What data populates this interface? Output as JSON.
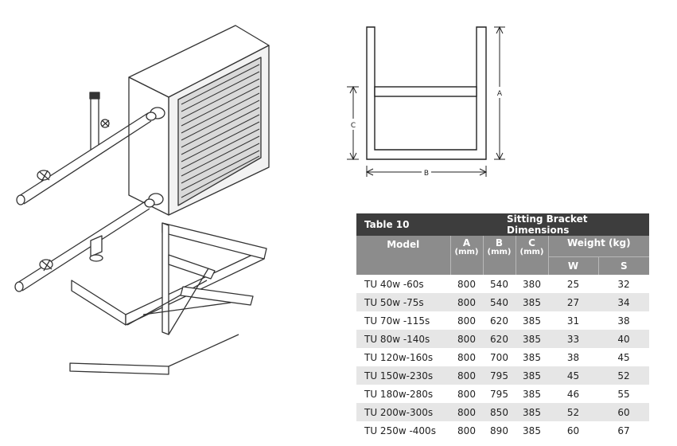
{
  "diagram": {
    "dim_a": "A",
    "dim_b": "B",
    "dim_c": "C"
  },
  "table": {
    "number": "Table 10",
    "title": "Sitting Bracket Dimensions",
    "headers": {
      "model": "Model",
      "a": "A",
      "b": "B",
      "c": "C",
      "unit": "(mm)",
      "weight": "Weight (kg)",
      "w": "W",
      "s": "S"
    },
    "rows": [
      {
        "model": "TU  40w -60s",
        "a": "800",
        "b": "540",
        "c": "380",
        "w": "25",
        "s": "32"
      },
      {
        "model": "TU  50w -75s",
        "a": "800",
        "b": "540",
        "c": "385",
        "w": "27",
        "s": "34"
      },
      {
        "model": "TU  70w -115s",
        "a": "800",
        "b": "620",
        "c": "385",
        "w": "31",
        "s": "38"
      },
      {
        "model": "TU  80w -140s",
        "a": "800",
        "b": "620",
        "c": "385",
        "w": "33",
        "s": "40"
      },
      {
        "model": "TU  120w-160s",
        "a": "800",
        "b": "700",
        "c": "385",
        "w": "38",
        "s": "45"
      },
      {
        "model": "TU  150w-230s",
        "a": "800",
        "b": "795",
        "c": "385",
        "w": "45",
        "s": "52"
      },
      {
        "model": "TU  180w-280s",
        "a": "800",
        "b": "795",
        "c": "385",
        "w": "46",
        "s": "55"
      },
      {
        "model": "TU  200w-300s",
        "a": "800",
        "b": "850",
        "c": "385",
        "w": "52",
        "s": "60"
      },
      {
        "model": "TU  250w -400s",
        "a": "800",
        "b": "890",
        "c": "385",
        "w": "60",
        "s": "67"
      }
    ]
  }
}
